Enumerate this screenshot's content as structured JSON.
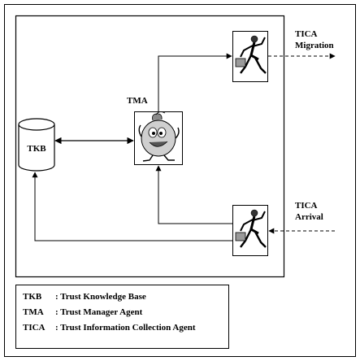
{
  "nodes": {
    "tkb": {
      "label": "TKB"
    },
    "tma": {
      "label": "TMA"
    },
    "tica_migration": {
      "label_line1": "TICA",
      "label_line2": "Migration"
    },
    "tica_arrival": {
      "label_line1": "TICA",
      "label_line2": "Arrival"
    }
  },
  "legend": [
    {
      "abbr": "TKB",
      "text": ": Trust Knowledge Base"
    },
    {
      "abbr": "TMA",
      "text": ": Trust Manager Agent"
    },
    {
      "abbr": "TICA",
      "text": ": Trust Information Collection Agent"
    }
  ]
}
